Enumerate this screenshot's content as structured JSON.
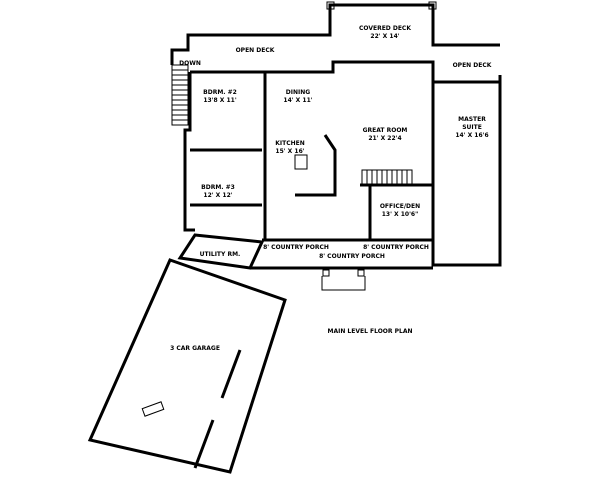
{
  "plan_title": "MAIN LEVEL FLOOR PLAN",
  "rooms": {
    "open_deck_left": {
      "name": "OPEN DECK"
    },
    "down": {
      "name": "DOWN"
    },
    "covered_deck": {
      "name": "COVERED DECK",
      "size": "22' X 14'"
    },
    "open_deck_right": {
      "name": "OPEN DECK"
    },
    "bdrm2": {
      "name": "BDRM. #2",
      "size": "13'8 X 11'"
    },
    "dining": {
      "name": "DINING",
      "size": "14' X 11'"
    },
    "kitchen": {
      "name": "KITCHEN",
      "size": "15' X 16'"
    },
    "great_room": {
      "name": "GREAT ROOM",
      "size": "21' X 22'4"
    },
    "master_suite": {
      "name": "MASTER",
      "name2": "SUITE",
      "size": "14' X 16'6"
    },
    "bdrm3": {
      "name": "BDRM. #3",
      "size": "12' X 12'"
    },
    "office": {
      "name": "OFFICE/DEN",
      "size": "13' X 10'6\""
    },
    "utility": {
      "name": "UTILITY RM."
    },
    "porch_left": {
      "name": "8' COUNTRY PORCH"
    },
    "porch_right": {
      "name": "8' COUNTRY PORCH"
    },
    "porch_front": {
      "name": "8' COUNTRY PORCH"
    },
    "garage": {
      "name": "3 CAR GARAGE"
    }
  }
}
